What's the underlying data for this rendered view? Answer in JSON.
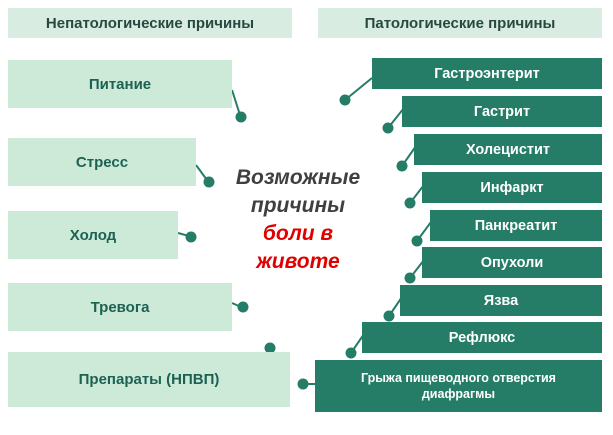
{
  "headers": {
    "left": "Непатологические причины",
    "right": "Патологические причины"
  },
  "left_items": [
    {
      "label": "Питание"
    },
    {
      "label": "Стресс"
    },
    {
      "label": "Холод"
    },
    {
      "label": "Тревога"
    },
    {
      "label": "Препараты (НПВП)"
    }
  ],
  "right_items": [
    {
      "label": "Гастроэнтерит"
    },
    {
      "label": "Гастрит"
    },
    {
      "label": "Холецистит"
    },
    {
      "label": "Инфаркт"
    },
    {
      "label": "Панкреатит"
    },
    {
      "label": "Опухоли"
    },
    {
      "label": "Язва"
    },
    {
      "label": "Рефлюкс"
    },
    {
      "label": "Грыжа пищеводного отверстия диафрагмы"
    }
  ],
  "center": {
    "line1": "Возможные",
    "line2": "причины",
    "line3": "боли в",
    "line4": "животе"
  },
  "colors": {
    "light_box": "#cdead9",
    "header_box": "#d8ece1",
    "dark_box": "#267d67",
    "dark_text": "#1d6152",
    "center_gray": "#3f3f3f",
    "center_red": "#e00000",
    "connector": "#267d67"
  }
}
